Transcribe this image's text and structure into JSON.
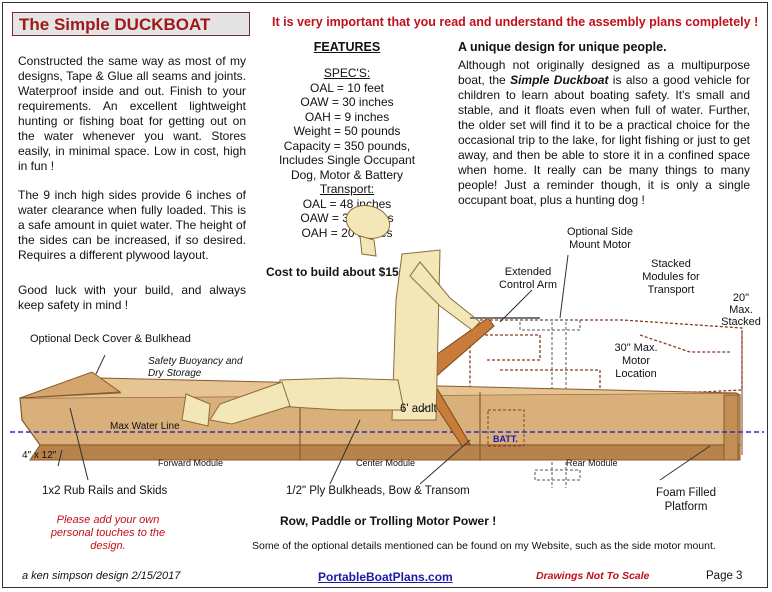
{
  "header": {
    "title": "The Simple DUCKBOAT",
    "warning": "It is very important that you read and understand the assembly plans completely !"
  },
  "left": {
    "para1": "Constructed the same way as most of my designs, Tape & Glue all seams and joints. Waterproof inside and out. Finish to your requirements. An excellent lightweight hunting or fishing boat for getting out on the water whenever you want. Stores easily, in minimal space. Low in cost, high in fun !",
    "para2": "The 9 inch high sides provide 6 inches of water clearance when fully loaded. This is a safe amount in quiet water. The height of the sides can be increased, if so desired. Requires a different plywood layout.",
    "para3": "Good luck with your build, and always keep safety in mind !"
  },
  "features": {
    "heading": "FEATURES",
    "specs_heading": "SPEC'S:",
    "specs": [
      "OAL = 10 feet",
      "OAW = 30 inches",
      "OAH = 9 inches",
      "Weight = 50 pounds",
      "Capacity = 350 pounds,",
      "Includes Single Occupant",
      "Dog, Motor & Battery"
    ],
    "transport_heading": "Transport:",
    "transport": [
      "OAL = 48 inches",
      "OAW =  32 inches",
      "OAH = 20 inches"
    ],
    "cost": "Cost to build about $150"
  },
  "right": {
    "heading": "A unique design for unique people.",
    "para_before": "Although not originally designed as a multipurpose boat, the ",
    "para_italic": "Simple Duckboat",
    "para_after": " is also a good vehicle for children to learn about boating safety. It's small and stable, and it floats even when full of water. Further, the older set will find it to be a practical choice for the occasional trip to the lake, for light fishing or just to get away, and then be able to store it in a confined space when home.  It really can be many things to many people!  Just a reminder though, it is only a single occupant boat, plus a hunting dog !"
  },
  "diagram": {
    "optional_side_motor": "Optional Side Mount Motor",
    "extended_arm": "Extended Control Arm",
    "stacked": "Stacked Modules for Transport",
    "max_stacked": "20\" Max. Stacked",
    "motor_location": "30\" Max. Motor Location",
    "deck_cover": "Optional Deck Cover & Bulkhead",
    "safety": "Safety Buoyancy and Dry Storage",
    "water_line": "Max Water Line",
    "adult": "6' adult",
    "batt": "BATT.",
    "dims": "4\" x 12\"",
    "forward_module": "Forward Module",
    "center_module": "Center Module",
    "rear_module": "Rear Module",
    "rub_rails": "1x2 Rub Rails and Skids",
    "bulkheads": "1/2\" Ply Bulkheads, Bow & Transom",
    "foam": "Foam Filled Platform",
    "power": "Row, Paddle or Trolling Motor Power !",
    "website_note": "Some of the optional details mentioned can be found on my Website, such as the side motor mount."
  },
  "footer": {
    "personal": "Please add your own personal touches to the design.",
    "credit": "a ken simpson design 2/15/2017",
    "site": "PortableBoatPlans.com",
    "scale": "Drawings Not To Scale",
    "page": "Page  3"
  },
  "colors": {
    "wood": "#d9b07a",
    "wood_dark": "#a9753f",
    "figure": "#f3e7b8",
    "brown_dash": "#8a3a26",
    "water": "#2a2acc",
    "red": "#c0101a"
  }
}
